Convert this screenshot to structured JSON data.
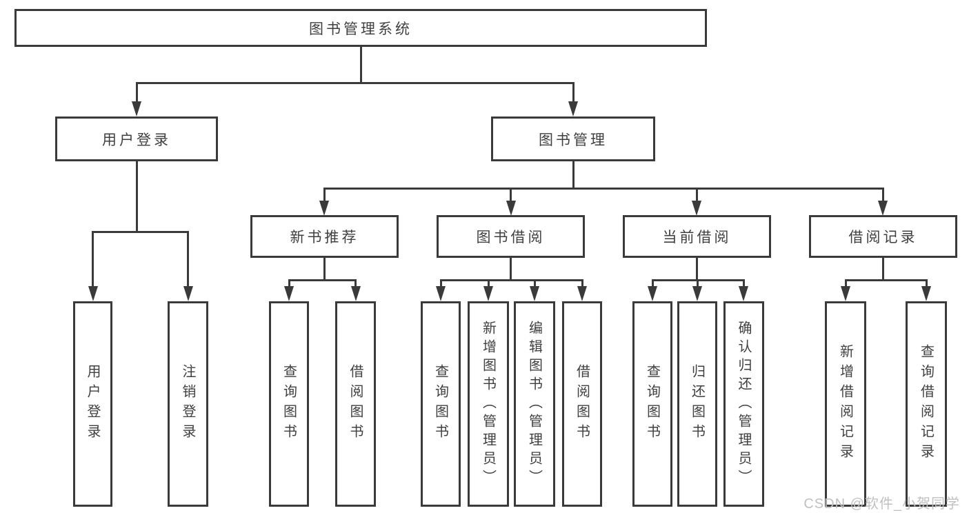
{
  "title": "图书管理系统",
  "watermark": "CSDN @软件_小贺同学",
  "colors": {
    "line": "#3a3a3a",
    "box_border": "#3a3a3a",
    "text": "#3f3f3f",
    "watermark": "#c0c0c0",
    "background": "#ffffff"
  },
  "tree": {
    "root": {
      "label": "图书管理系统"
    },
    "branches": [
      {
        "label": "用户登录",
        "children": [
          {
            "label": "用户登录"
          },
          {
            "label": "注销登录"
          }
        ]
      },
      {
        "label": "图书管理",
        "children": [
          {
            "label": "新书推荐",
            "children": [
              {
                "label": "查询图书"
              },
              {
                "label": "借阅图书"
              }
            ]
          },
          {
            "label": "图书借阅",
            "children": [
              {
                "label": "查询图书"
              },
              {
                "label": "新增图书（管理员）"
              },
              {
                "label": "编辑图书（管理员）"
              },
              {
                "label": "借阅图书"
              }
            ]
          },
          {
            "label": "当前借阅",
            "children": [
              {
                "label": "查询图书"
              },
              {
                "label": "归还图书"
              },
              {
                "label": "确认归还（管理员）"
              }
            ]
          },
          {
            "label": "借阅记录",
            "children": [
              {
                "label": "新增借阅记录"
              },
              {
                "label": "查询借阅记录"
              }
            ]
          }
        ]
      }
    ]
  }
}
